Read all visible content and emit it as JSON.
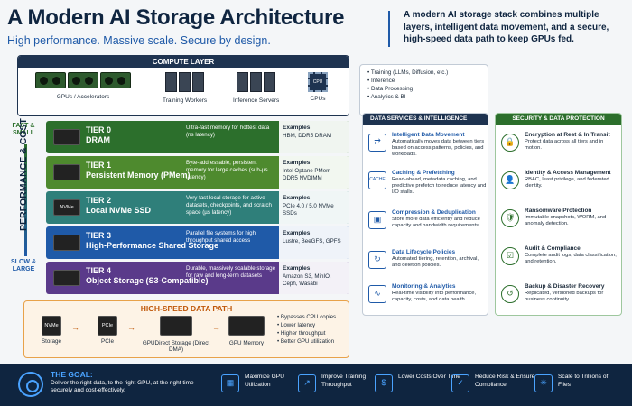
{
  "header": {
    "title": "A Modern AI Storage Architecture",
    "subtitle": "High performance. Massive scale. Secure by design.",
    "description": "A modern AI storage stack combines multiple layers, intelligent data movement, and a secure, high-speed data path to keep GPUs fed."
  },
  "compute": {
    "title": "COMPUTE LAYER",
    "items": [
      {
        "label": "GPUs / Accelerators"
      },
      {
        "label": "Training Workers"
      },
      {
        "label": "Inference Servers"
      },
      {
        "label": "CPUs",
        "chip_text": "CPU"
      }
    ],
    "bullets": [
      "Training (LLMs, Diffusion, etc.)",
      "Inference",
      "Data Processing",
      "Analytics & BI"
    ]
  },
  "axis": {
    "top": "FAST & SMALL",
    "bottom": "SLOW & LARGE",
    "label": "PERFORMANCE & COST"
  },
  "tiers": [
    {
      "num": "TIER 0",
      "name": "DRAM",
      "desc": "Ultra-fast memory for hottest data (ns latency)",
      "examples_label": "Examples",
      "examples": "HBM, DDR5 DRAM",
      "color": "#2c6f2c",
      "icon_text": ""
    },
    {
      "num": "TIER 1",
      "name": "Persistent Memory (PMem)",
      "desc": "Byte-addressable, persistent memory for large caches (sub-µs latency)",
      "examples_label": "Examples",
      "examples": "Intel Optane PMem DDR5 NVDIMM",
      "color": "#4e8a2e",
      "icon_text": ""
    },
    {
      "num": "TIER 2",
      "name": "Local NVMe SSD",
      "desc": "Very fast local storage for active datasets, checkpoints, and scratch space (µs latency)",
      "examples_label": "Examples",
      "examples": "PCIe 4.0 / 5.0 NVMe SSDs",
      "color": "#2f7f7a",
      "icon_text": "NVMe"
    },
    {
      "num": "TIER 3",
      "name": "High-Performance Shared Storage",
      "desc": "Parallel file systems for high throughput shared access",
      "examples_label": "Examples",
      "examples": "Lustre, BeeGFS, GPFS",
      "color": "#1f5aa8",
      "icon_text": ""
    },
    {
      "num": "TIER 4",
      "name": "Object Storage (S3-Compatible)",
      "desc": "Durable, massively scalable storage for raw and long-term datasets",
      "examples_label": "Examples",
      "examples": "Amazon S3, MinIO, Ceph, Wasabi",
      "color": "#5a3a8a",
      "icon_text": ""
    }
  ],
  "datapath": {
    "title": "HIGH-SPEED DATA PATH",
    "items": [
      {
        "label": "Storage",
        "box": "NVMe"
      },
      {
        "label": "PCIe",
        "box": "PCIe"
      },
      {
        "label": "GPUDirect Storage (Direct DMA)",
        "box": ""
      },
      {
        "label": "GPU Memory",
        "box": ""
      }
    ],
    "bullets": [
      "Bypasses CPU copies",
      "Lower latency",
      "Higher throughput",
      "Better GPU utilization"
    ]
  },
  "services": {
    "title": "DATA SERVICES & INTELLIGENCE",
    "items": [
      {
        "title": "Intelligent Data Movement",
        "desc": "Automatically moves data between tiers based on access patterns, policies, and workloads.",
        "icon": "⇄"
      },
      {
        "title": "Caching & Prefetching",
        "desc": "Read-ahead, metadata caching, and predictive prefetch to reduce latency and I/O stalls.",
        "icon": "CACHE"
      },
      {
        "title": "Compression & Deduplication",
        "desc": "Store more data efficiently and reduce capacity and bandwidth requirements.",
        "icon": "▣"
      },
      {
        "title": "Data Lifecycle Policies",
        "desc": "Automated tiering, retention, archival, and deletion policies.",
        "icon": "↻"
      },
      {
        "title": "Monitoring & Analytics",
        "desc": "Real-time visibility into performance, capacity, costs, and data health.",
        "icon": "∿"
      }
    ]
  },
  "security": {
    "title": "SECURITY & DATA PROTECTION",
    "items": [
      {
        "title": "Encryption at Rest & In Transit",
        "desc": "Protect data across all tiers and in motion.",
        "icon": "🔒"
      },
      {
        "title": "Identity & Access Management",
        "desc": "RBAC, least privilege, and federated identity.",
        "icon": "👤"
      },
      {
        "title": "Ransomware Protection",
        "desc": "Immutable snapshots, WORM, and anomaly detection.",
        "icon": "🛡"
      },
      {
        "title": "Audit & Compliance",
        "desc": "Complete audit logs, data classification, and retention.",
        "icon": "☑"
      },
      {
        "title": "Backup & Disaster Recovery",
        "desc": "Replicated, versioned backups for business continuity.",
        "icon": "↺"
      }
    ]
  },
  "footer": {
    "goal_title": "THE GOAL:",
    "goal_desc": "Deliver the right data, to the right GPU, at the right time—securely and cost-effectively.",
    "items": [
      {
        "label": "Maximize GPU Utilization",
        "icon": "▦"
      },
      {
        "label": "Improve Training Throughput",
        "icon": "↗"
      },
      {
        "label": "Lower Costs Over Time",
        "icon": "$"
      },
      {
        "label": "Reduce Risk & Ensure Compliance",
        "icon": "✓"
      },
      {
        "label": "Scale to Trillions of Files",
        "icon": "✳"
      }
    ]
  }
}
